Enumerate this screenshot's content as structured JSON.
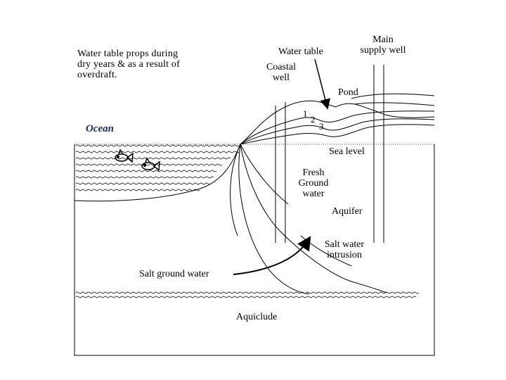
{
  "caption": {
    "line1": "Water table props during",
    "line2": "dry years & as a result of",
    "line3": "overdraft."
  },
  "labels": {
    "water_table": "Water table",
    "coastal_well_1": "Coastal",
    "coastal_well_2": "well",
    "main_supply_well_1": "Main",
    "main_supply_well_2": "supply well",
    "pond": "Pond",
    "ocean": "Ocean",
    "sea_level": "Sea level",
    "fresh_1": "Fresh",
    "fresh_2": "Ground",
    "fresh_3": "water",
    "aquifer": "Aquifer",
    "salt_intrusion_1": "Salt water",
    "salt_intrusion_2": "intrusion",
    "salt_ground_water": "Salt ground water",
    "aquiclude": "Aquiclude"
  },
  "markers": {
    "m1": "1",
    "m2": "2",
    "m3": "3"
  },
  "icons": [
    "fish-icon",
    "fish-icon"
  ],
  "colors": {
    "ocean_label": "#1a2e6b",
    "line": "#000000"
  }
}
